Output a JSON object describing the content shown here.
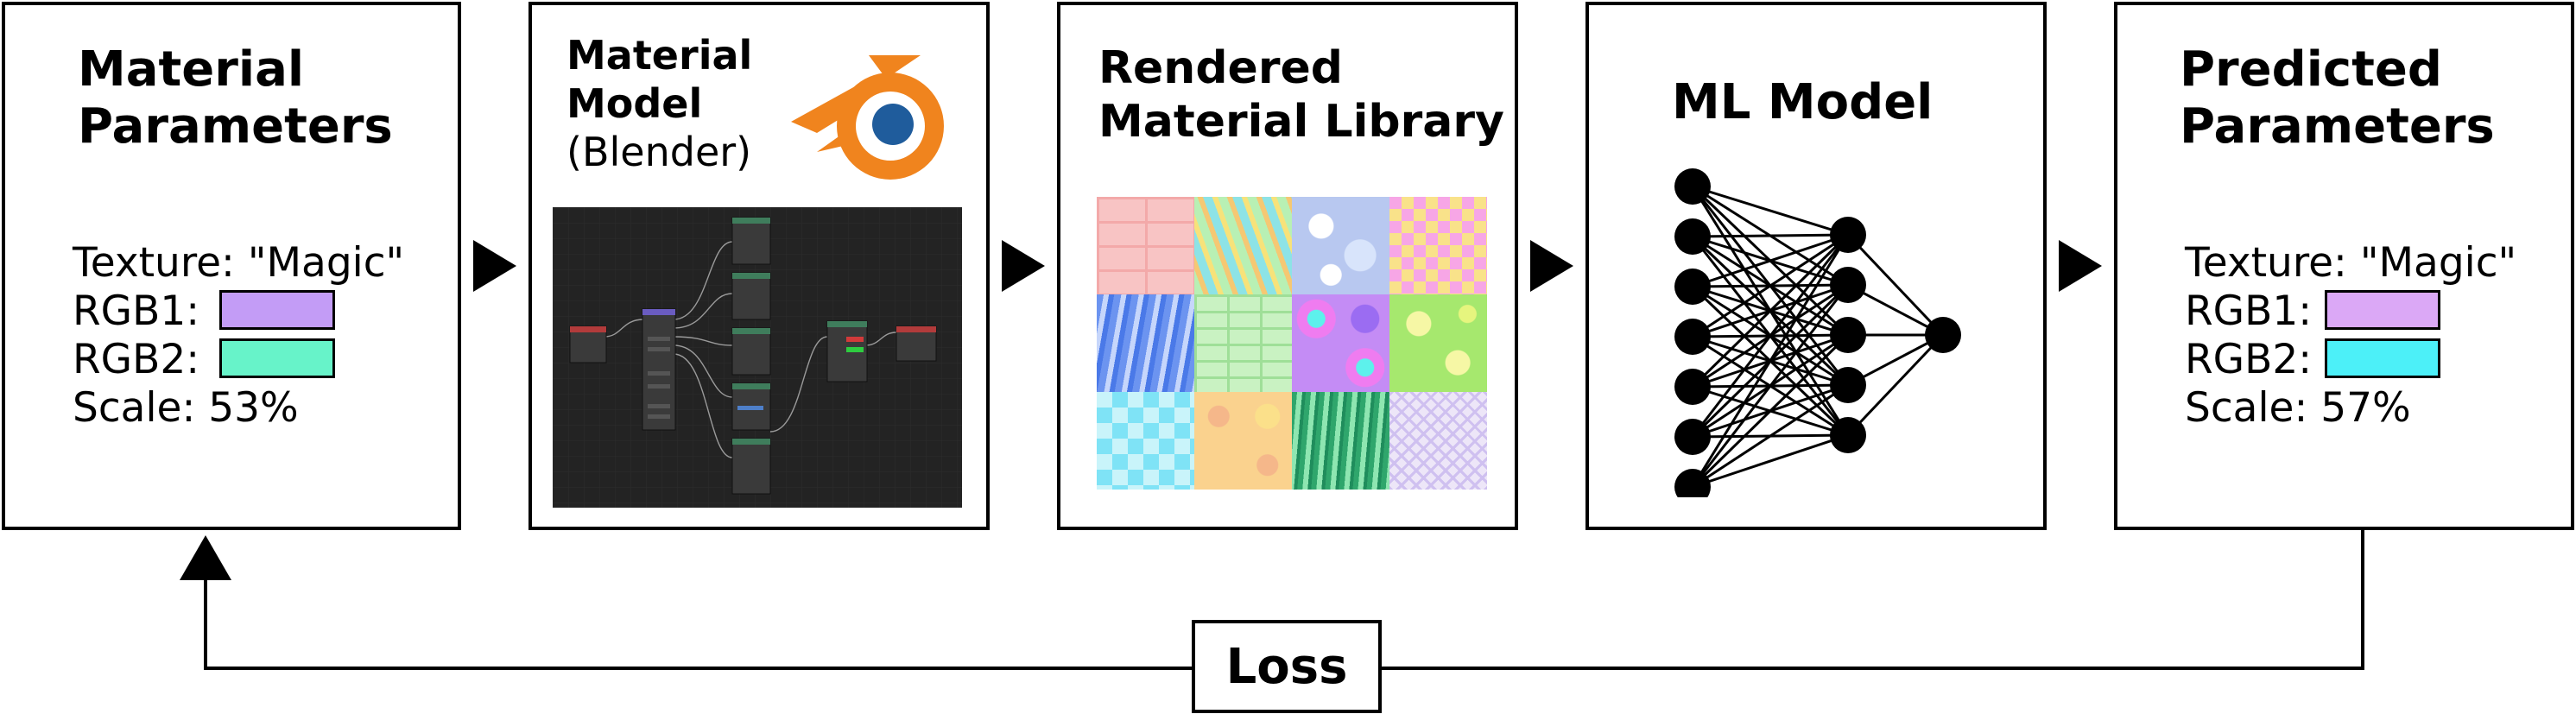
{
  "panels": {
    "input": {
      "title_line1": "Material",
      "title_line2": "Parameters",
      "texture_label": "Texture:",
      "texture_value": "\"Magic\"",
      "rgb1_label": "RGB1:",
      "rgb2_label": "RGB2:",
      "scale_label": "Scale:",
      "scale_value": "53%",
      "rgb1_color": "#c39cf6",
      "rgb2_color": "#67f3c9"
    },
    "model": {
      "title_line1": "Material",
      "title_line2": "Model",
      "title_line3": "(Blender)",
      "logo_icon": "blender-logo-icon"
    },
    "library": {
      "title_line1": "Rendered",
      "title_line2": "Material Library"
    },
    "ml": {
      "title": "ML Model",
      "network_icon": "neural-network-icon"
    },
    "output": {
      "title_line1": "Predicted",
      "title_line2": "Parameters",
      "texture_label": "Texture:",
      "texture_value": "\"Magic\"",
      "rgb1_label": "RGB1:",
      "rgb2_label": "RGB2:",
      "scale_label": "Scale:",
      "scale_value": "57%",
      "rgb1_color": "#dba8f6",
      "rgb2_color": "#4cf0f8"
    }
  },
  "loss": {
    "label": "Loss"
  },
  "colors": {
    "node_editor_bg": "#232323",
    "blender_orange": "#f0841e",
    "blender_blue": "#1f5c9c"
  }
}
